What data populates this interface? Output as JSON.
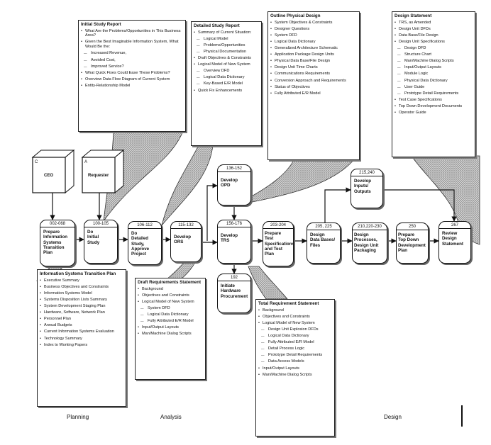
{
  "entities": {
    "ceo": {
      "code": "C",
      "label": "CEO"
    },
    "requester": {
      "code": "A",
      "label": "Requester"
    }
  },
  "processes": [
    {
      "id": "p1",
      "num": "002-068",
      "label": "Prepare\nInformation\nSystems\nTransition\nPlan"
    },
    {
      "id": "p2",
      "num": "100-105",
      "label": "Do\nInitial\nStudy"
    },
    {
      "id": "p3",
      "num": "106-112",
      "label": "Do\nDetailed\nStudy,\nApprove\nProject"
    },
    {
      "id": "p4",
      "num": "115-132",
      "label": "Develop\nORS"
    },
    {
      "id": "p5",
      "num": "136-152",
      "label": "Develop\nOPD"
    },
    {
      "id": "p6",
      "num": "156-176",
      "label": "Develop\nTRS"
    },
    {
      "id": "p7",
      "num": "192",
      "label": "Initiate\nHardware\nProcurement"
    },
    {
      "id": "p8",
      "num": "203-204",
      "label": "Prepare\nTest\nSpecifications\nand Test\nPlan"
    },
    {
      "id": "p9",
      "num": "205, 225",
      "label": "Design\nData Bases/\nFiles"
    },
    {
      "id": "p10",
      "num": "215,240",
      "label": "Develop\nInputs/\nOutputs"
    },
    {
      "id": "p11",
      "num": "210,220-230",
      "label": "Design\nProcesses,\nDesign Unit\nPackaging"
    },
    {
      "id": "p12",
      "num": "250",
      "label": "Prepare\nTop Down\nDevelopment\nPlan"
    },
    {
      "id": "p13",
      "num": "267",
      "label": "Review\nDesign\nStatement"
    }
  ],
  "boxes": {
    "initial_study": {
      "title": "Initial Study Report",
      "items": [
        {
          "t": "What Are the Problems/Opportunities in This Business Area?",
          "lvl": 0
        },
        {
          "t": "Given the Best Imaginable Information System, What Would Be the:",
          "lvl": 0
        },
        {
          "t": "Increased Revenue,",
          "lvl": 1
        },
        {
          "t": "Avoided Cost,",
          "lvl": 1
        },
        {
          "t": "Improved Service?",
          "lvl": 1
        },
        {
          "t": "What Quick Fixes Could Ease These Problems?",
          "lvl": 0
        },
        {
          "t": "Overview Data Flow Diagram of Current System",
          "lvl": 0
        },
        {
          "t": "Entity-Relationship Model",
          "lvl": 0
        }
      ]
    },
    "detailed_study": {
      "title": "Detailed Study Report",
      "items": [
        {
          "t": "Summary of Current Situation:",
          "lvl": 0
        },
        {
          "t": "Logical Model",
          "lvl": 1
        },
        {
          "t": "Problems/Opportunities",
          "lvl": 1
        },
        {
          "t": "Physical Documentation",
          "lvl": 1
        },
        {
          "t": "Draft Objectives & Constraints",
          "lvl": 0
        },
        {
          "t": "Logical Model of New System",
          "lvl": 0
        },
        {
          "t": "Overview DFD",
          "lvl": 1
        },
        {
          "t": "Logical Data Dictionary",
          "lvl": 1
        },
        {
          "t": "Key-Based E/R Model",
          "lvl": 1
        },
        {
          "t": "Quick Fix Enhancements",
          "lvl": 0
        }
      ]
    },
    "outline_physical": {
      "title": "Outline Physical Design",
      "items": [
        {
          "t": "System Objectives & Constraints",
          "lvl": 0
        },
        {
          "t": "Designer Questions",
          "lvl": 0
        },
        {
          "t": "System DFD",
          "lvl": 0
        },
        {
          "t": "Logical Data Dictionary",
          "lvl": 0
        },
        {
          "t": "Generalized Architecture Schematic",
          "lvl": 0
        },
        {
          "t": "Application Package Design Units",
          "lvl": 0
        },
        {
          "t": "Physical Data Base/File Design",
          "lvl": 0
        },
        {
          "t": "Design Unit Time Charts",
          "lvl": 0
        },
        {
          "t": "Communications Requirements",
          "lvl": 0
        },
        {
          "t": "Conversion Approach and Requirements",
          "lvl": 0
        },
        {
          "t": "Status of Objectives",
          "lvl": 0
        },
        {
          "t": "Fully Attributed E/R Model",
          "lvl": 0
        }
      ]
    },
    "design_statement": {
      "title": "Design Statement",
      "items": [
        {
          "t": "TRS, as Amended",
          "lvl": 0
        },
        {
          "t": "Design Unit DFDs",
          "lvl": 0
        },
        {
          "t": "Data Base/File Design",
          "lvl": 0
        },
        {
          "t": "Design Unit Specifications",
          "lvl": 0
        },
        {
          "t": "Design DFD",
          "lvl": 1
        },
        {
          "t": "Structure Chart",
          "lvl": 1
        },
        {
          "t": "Man/Machine Dialog Scripts",
          "lvl": 1
        },
        {
          "t": "Input/Output Layouts",
          "lvl": 1
        },
        {
          "t": "Module Logic",
          "lvl": 1
        },
        {
          "t": "Physical Data Dictionary",
          "lvl": 1
        },
        {
          "t": "User Guide",
          "lvl": 1
        },
        {
          "t": "Prototype Detail Requirements",
          "lvl": 1
        },
        {
          "t": "Test Case Specifications",
          "lvl": 0
        },
        {
          "t": "Top Down Development Documents",
          "lvl": 0
        },
        {
          "t": "Operator Guide",
          "lvl": 0
        }
      ]
    },
    "transition_plan": {
      "title": "Information Systems Transition Plan",
      "items": [
        {
          "t": "Executive Summary",
          "lvl": 0
        },
        {
          "t": "Business Objectives and Constraints",
          "lvl": 0
        },
        {
          "t": "Information Systems Model",
          "lvl": 0
        },
        {
          "t": "Systems Disposition Lists Summary",
          "lvl": 0
        },
        {
          "t": "System Development Staging Plan",
          "lvl": 0
        },
        {
          "t": "Hardware, Software, Network Plan",
          "lvl": 0
        },
        {
          "t": "Personnel Plan",
          "lvl": 0
        },
        {
          "t": "Annual Budgets",
          "lvl": 0
        },
        {
          "t": "Current Information Systems Evaluation",
          "lvl": 0
        },
        {
          "t": "Technology Summary",
          "lvl": 0
        },
        {
          "t": "Index to Working Papers",
          "lvl": 0
        }
      ]
    },
    "draft_requirements": {
      "title": "Draft Requirements Statement",
      "items": [
        {
          "t": "Background",
          "lvl": 0
        },
        {
          "t": "Objectives and Constraints",
          "lvl": 0
        },
        {
          "t": "Logical Model of New System",
          "lvl": 0
        },
        {
          "t": "System DFD",
          "lvl": 1
        },
        {
          "t": "Logical Data Dictionary",
          "lvl": 1
        },
        {
          "t": "Fully Attributed E/R Model",
          "lvl": 1
        },
        {
          "t": "Input/Output Layouts",
          "lvl": 0
        },
        {
          "t": "Man/Machine Dialog Scripts",
          "lvl": 0
        }
      ]
    },
    "total_requirement": {
      "title": "Total Requirement Statement",
      "items": [
        {
          "t": "Background",
          "lvl": 0
        },
        {
          "t": "Objectives and Constraints",
          "lvl": 0
        },
        {
          "t": "Logical Model of New System",
          "lvl": 0
        },
        {
          "t": "Design Unit Explosion DFDs",
          "lvl": 1
        },
        {
          "t": "Logical Data Dictionary",
          "lvl": 1
        },
        {
          "t": "Fully Attributed E/R Model",
          "lvl": 1
        },
        {
          "t": "Detail Process Logic",
          "lvl": 1
        },
        {
          "t": "Prototype Detail Requirements",
          "lvl": 1
        },
        {
          "t": "Data Access Models",
          "lvl": 1
        },
        {
          "t": "Input/Output Layouts",
          "lvl": 0
        },
        {
          "t": "Man/Machine Dialog Scripts",
          "lvl": 0
        }
      ]
    }
  },
  "phases": {
    "planning": "Planning",
    "analysis": "Analysis",
    "design": "Design"
  }
}
